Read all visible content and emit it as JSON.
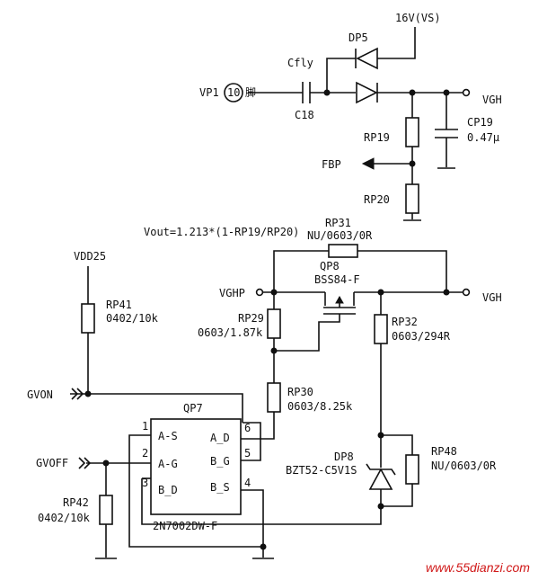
{
  "labels": {
    "v16": "16V(VS)",
    "dp5": "DP5",
    "cfly": "Cfly",
    "vp1": "VP1",
    "pin10": "10",
    "pin_suffix": "脚",
    "c18": "C18",
    "vgh_top": "VGH",
    "rp19": "RP19",
    "cp19": "CP19",
    "cp19_val": "0.47μ",
    "fbp": "FBP",
    "rp20": "RP20",
    "formula": "Vout=1.213*(1-RP19/RP20)",
    "rp31": "RP31",
    "rp31_val": "NU/0603/0R",
    "vdd25": "VDD25",
    "qp8": "QP8",
    "qp8_part": "BSS84-F",
    "vghp": "VGHP",
    "vgh_mid": "VGH",
    "rp41": "RP41",
    "rp41_val": "0402/10k",
    "rp29": "RP29",
    "rp29_val": "0603/1.87k",
    "rp32": "RP32",
    "rp32_val": "0603/294R",
    "gvon": "GVON",
    "rp30": "RP30",
    "rp30_val": "0603/8.25k",
    "qp7": "QP7",
    "qp7_pins": {
      "p1": "1",
      "p2": "2",
      "p3": "3",
      "p4": "4",
      "p5": "5",
      "p6": "6",
      "as": "A-S",
      "ag": "A-G",
      "bd": "B_D",
      "ad": "A_D",
      "bg": "B_G",
      "bs": "B_S"
    },
    "qp7_part": "2N7002DW-F",
    "dp8": "DP8",
    "dp8_part": "BZT52-C5V1S",
    "rp48": "RP48",
    "rp48_val": "NU/0603/0R",
    "gvoff": "GVOFF",
    "rp42": "RP42",
    "rp42_val": "0402/10k",
    "watermark": "www.55dianzi.com"
  }
}
